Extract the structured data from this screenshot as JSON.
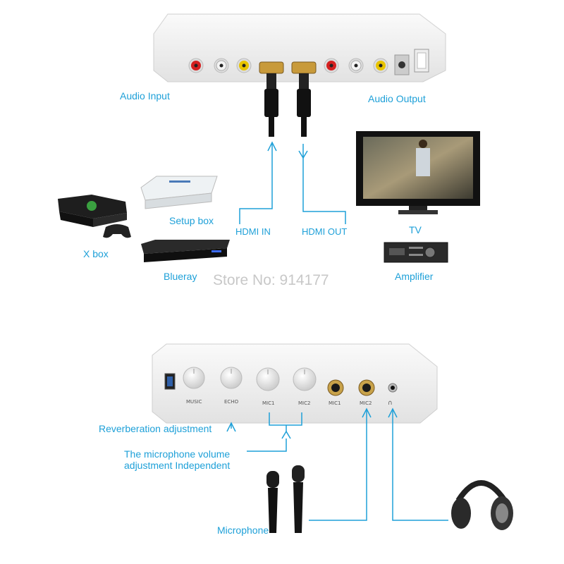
{
  "labels": {
    "audio_input": "Audio Input",
    "audio_output": "Audio Output",
    "setup_box": "Setup box",
    "x_box": "X box",
    "blueray": "Blueray",
    "hdmi_in": "HDMI IN",
    "hdmi_out": "HDMI OUT",
    "tv": "TV",
    "amplifier": "Amplifier",
    "store": "Store No: 914177",
    "reverb": "Reverberation adjustment",
    "mic_volume_1": "The microphone volume",
    "mic_volume_2": "adjustment Independent",
    "microphone": "Microphone"
  },
  "panel_labels": {
    "music": "MUSIC",
    "echo": "ECHO",
    "mic1_knob": "MIC1",
    "mic2_knob": "MIC2",
    "mic1_jack": "MIC1",
    "mic2_jack": "MIC2"
  },
  "colors": {
    "accent": "#1ea0d8",
    "rca_red": "#d42020",
    "rca_yellow": "#e8c400",
    "hdmi_gold": "#c89a3a"
  }
}
